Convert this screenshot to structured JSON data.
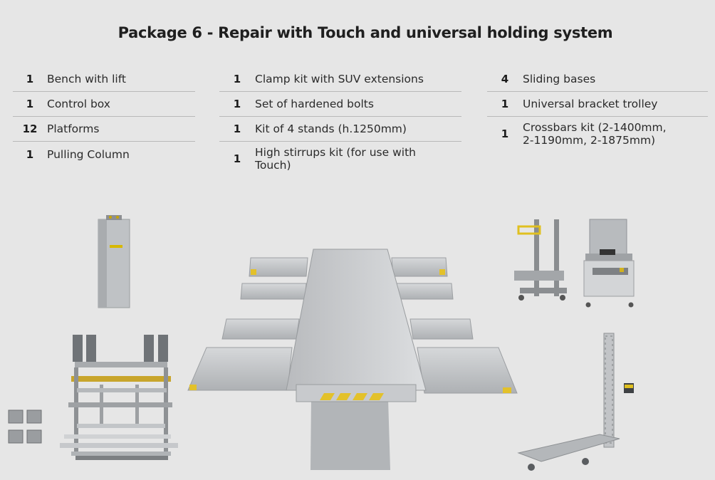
{
  "title": "Package 6 - Repair with Touch and universal holding system",
  "columns": [
    {
      "items": [
        {
          "qty": "1",
          "label": "Bench with lift"
        },
        {
          "qty": "1",
          "label": "Control box"
        },
        {
          "qty": "12",
          "label": "Platforms"
        },
        {
          "qty": "1",
          "label": "Pulling Column"
        }
      ]
    },
    {
      "items": [
        {
          "qty": "1",
          "label": "Clamp kit with SUV extensions"
        },
        {
          "qty": "1",
          "label": "Set of hardened bolts"
        },
        {
          "qty": "1",
          "label": "Kit of 4 stands (h.1250mm)"
        },
        {
          "qty": "1",
          "label": "High stirrups kit (for use with Touch)"
        }
      ]
    },
    {
      "items": [
        {
          "qty": "4",
          "label": "Sliding bases"
        },
        {
          "qty": "1",
          "label": "Universal bracket trolley"
        },
        {
          "qty": "1",
          "label": "Crossbars kit (2-1400mm, 2-1190mm, 2-1875mm)"
        }
      ]
    }
  ],
  "colors": {
    "accent": "#e6c619",
    "metal": "#c4c6c8",
    "background": "#e6e6e6"
  }
}
